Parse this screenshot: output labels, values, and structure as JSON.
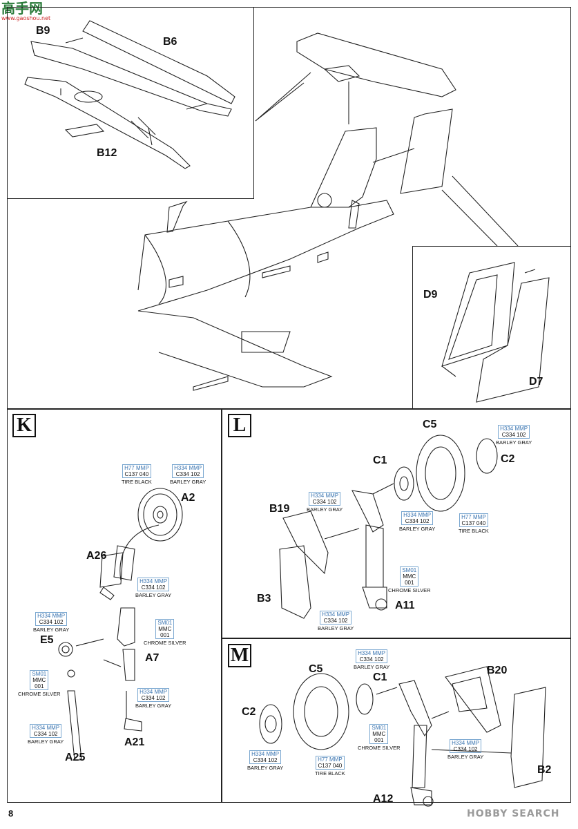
{
  "logo": {
    "text_cn": "高手网",
    "url_text": "www.gaoshou.net"
  },
  "page_number": "8",
  "watermark": "HOBBY SEARCH",
  "top_labels": {
    "B9": "B9",
    "B6": "B6",
    "B12": "B12",
    "D9": "D9",
    "D7": "D7"
  },
  "steps": [
    {
      "letter": "K"
    },
    {
      "letter": "L"
    },
    {
      "letter": "M"
    }
  ],
  "k": {
    "labels": {
      "A2": "A2",
      "A26": "A26",
      "E5": "E5",
      "A7": "A7",
      "A21": "A21",
      "A25": "A25"
    },
    "paints": [
      {
        "h": "H77",
        "m": "MMP",
        "c": "C137",
        "n": "040",
        "name": "TIRE BLACK"
      },
      {
        "h": "H334",
        "m": "MMP",
        "c": "C334",
        "n": "102",
        "name": "BARLEY GRAY"
      },
      {
        "h": "H334",
        "m": "MMP",
        "c": "C334",
        "n": "102",
        "name": "BARLEY GRAY"
      },
      {
        "h": "H334",
        "m": "MMP",
        "c": "C334",
        "n": "102",
        "name": "BARLEY GRAY"
      },
      {
        "h": "SM01",
        "m": "",
        "c": "MMC",
        "n": "001",
        "name": "CHROME SILVER"
      },
      {
        "h": "SM01",
        "m": "",
        "c": "MMC",
        "n": "001",
        "name": "CHROME SILVER"
      },
      {
        "h": "H334",
        "m": "MMP",
        "c": "C334",
        "n": "102",
        "name": "BARLEY GRAY"
      },
      {
        "h": "H334",
        "m": "MMP",
        "c": "C334",
        "n": "102",
        "name": "BARLEY GRAY"
      }
    ]
  },
  "l": {
    "labels": {
      "C5": "C5",
      "C1": "C1",
      "C2": "C2",
      "B19": "B19",
      "B3": "B3",
      "A11": "A11"
    },
    "paints": [
      {
        "h": "H334",
        "m": "MMP",
        "c": "C334",
        "n": "102",
        "name": "BARLEY GRAY"
      },
      {
        "h": "H334",
        "m": "MMP",
        "c": "C334",
        "n": "102",
        "name": "BARLEY GRAY"
      },
      {
        "h": "H334",
        "m": "MMP",
        "c": "C334",
        "n": "102",
        "name": "BARLEY GRAY"
      },
      {
        "h": "H77",
        "m": "MMP",
        "c": "C137",
        "n": "040",
        "name": "TIRE BLACK"
      },
      {
        "h": "SM01",
        "m": "",
        "c": "MMC",
        "n": "001",
        "name": "CHROME SILVER"
      },
      {
        "h": "H334",
        "m": "MMP",
        "c": "C334",
        "n": "102",
        "name": "BARLEY GRAY"
      }
    ]
  },
  "m": {
    "labels": {
      "C5": "C5",
      "C1": "C1",
      "C2": "C2",
      "B20": "B20",
      "B2": "B2",
      "A12": "A12"
    },
    "paints": [
      {
        "h": "H334",
        "m": "MMP",
        "c": "C334",
        "n": "102",
        "name": "BARLEY GRAY"
      },
      {
        "h": "SM01",
        "m": "",
        "c": "MMC",
        "n": "001",
        "name": "CHROME SILVER"
      },
      {
        "h": "H334",
        "m": "MMP",
        "c": "C334",
        "n": "102",
        "name": "BARLEY GRAY"
      },
      {
        "h": "H334",
        "m": "MMP",
        "c": "C334",
        "n": "102",
        "name": "BARLEY GRAY"
      },
      {
        "h": "H77",
        "m": "MMP",
        "c": "C137",
        "n": "040",
        "name": "TIRE BLACK"
      }
    ]
  },
  "colors": {
    "line": "#222222",
    "paint_code_blue": "#3a74b0",
    "logo_green": "#2a7b3a",
    "logo_red": "#cc2222",
    "watermark": "#9a9a9a"
  }
}
